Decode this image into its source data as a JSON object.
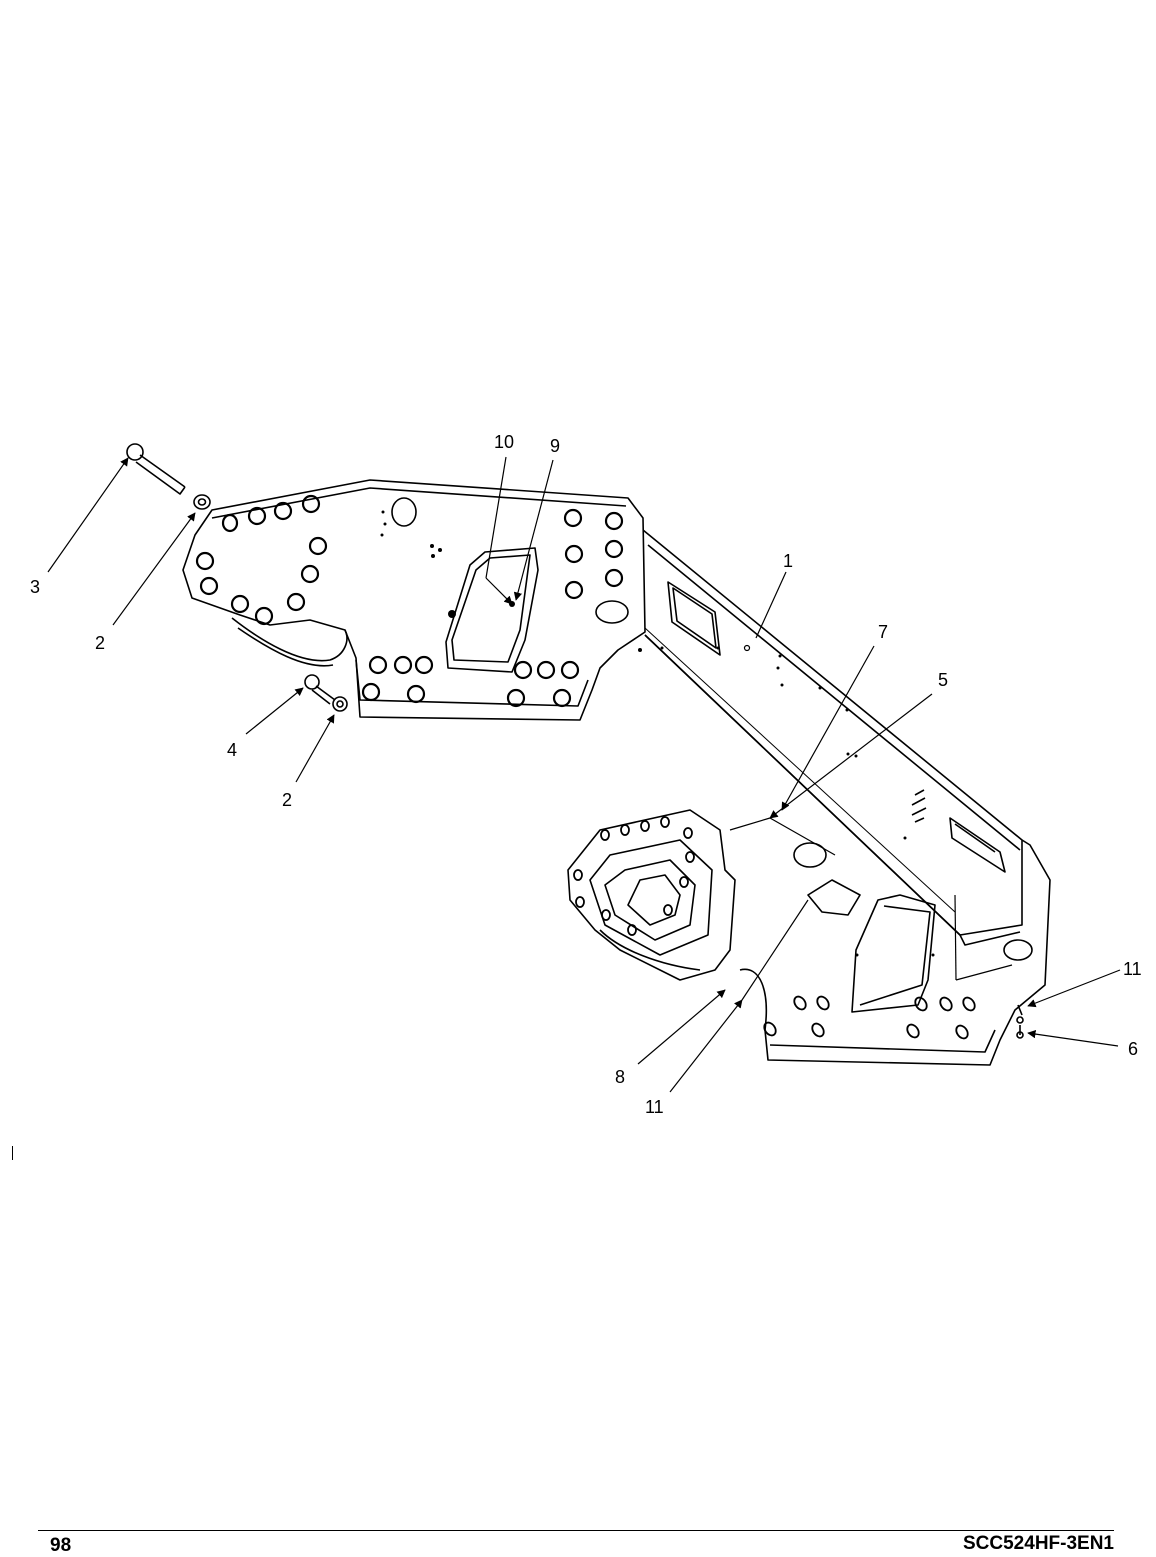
{
  "callouts": [
    {
      "id": "c10",
      "text": "10"
    },
    {
      "id": "c9",
      "text": "9"
    },
    {
      "id": "c3",
      "text": "3"
    },
    {
      "id": "c2a",
      "text": "2"
    },
    {
      "id": "c1",
      "text": "1"
    },
    {
      "id": "c7",
      "text": "7"
    },
    {
      "id": "c5",
      "text": "5"
    },
    {
      "id": "c4",
      "text": "4"
    },
    {
      "id": "c2b",
      "text": "2"
    },
    {
      "id": "c11a",
      "text": "11"
    },
    {
      "id": "c6",
      "text": "6"
    },
    {
      "id": "c8",
      "text": "8"
    },
    {
      "id": "c11b",
      "text": "11"
    }
  ],
  "footer": {
    "page_number": "98",
    "doc_code": "SCC524HF-3EN1"
  }
}
